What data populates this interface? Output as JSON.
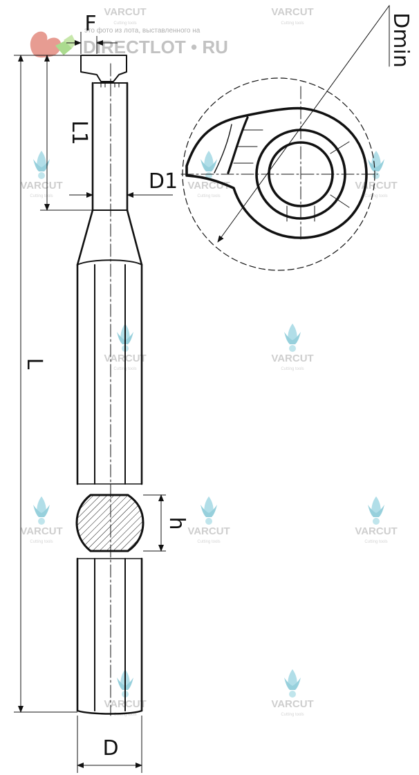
{
  "labels": {
    "F": "F",
    "L1": "L1",
    "D1": "D1",
    "Dmin": "Dmin",
    "L": "L",
    "h": "h",
    "D": "D"
  },
  "watermarks": {
    "brand": "VARCUT",
    "tagline": "Cutting tools",
    "site": "DIRECTLOT • RU",
    "site_note": "это фото из лота, выставленного на"
  },
  "colors": {
    "line": "#111111",
    "watermark_icon": "#9fd3e0",
    "watermark_text": "#c9c9c9",
    "logo_red": "#e05a4a",
    "logo_green": "#7cc24a"
  }
}
